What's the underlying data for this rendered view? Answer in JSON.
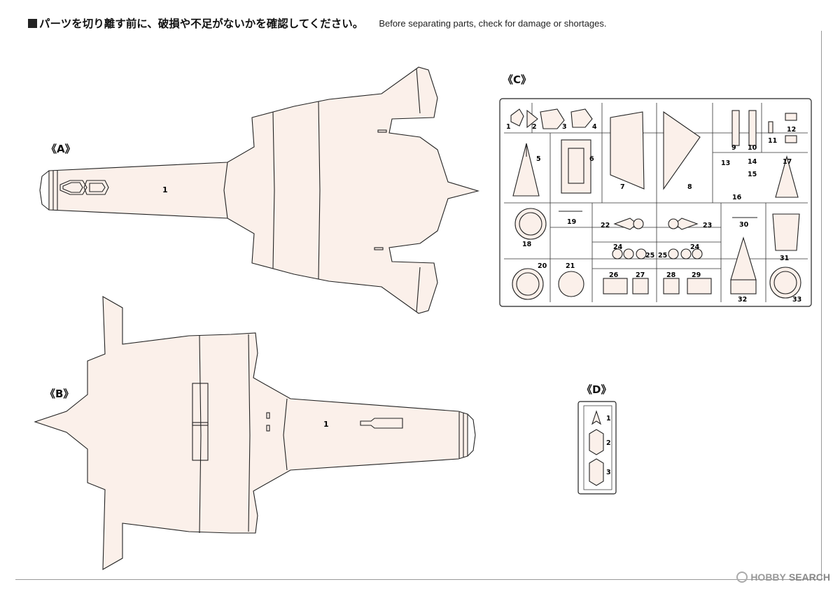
{
  "header": {
    "jp": "パーツを切り離す前に、破損や不足がないかを確認してください。",
    "en": "Before separating parts, check for damage or shortages."
  },
  "sections": {
    "a": "《A》",
    "b": "《B》",
    "c": "《C》",
    "d": "《D》"
  },
  "parts": {
    "a": [
      "1"
    ],
    "b": [
      "1"
    ],
    "c": [
      "1",
      "2",
      "3",
      "4",
      "5",
      "6",
      "7",
      "8",
      "9",
      "10",
      "11",
      "12",
      "13",
      "14",
      "15",
      "16",
      "17",
      "18",
      "19",
      "20",
      "21",
      "22",
      "23",
      "24",
      "25",
      "24",
      "25",
      "26",
      "27",
      "28",
      "29",
      "30",
      "31",
      "32",
      "33"
    ],
    "d": [
      "1",
      "2",
      "3"
    ]
  },
  "watermark": {
    "brand": "HOBBY",
    "brand2": "SEARCH"
  },
  "colors": {
    "paper": "#ffffff",
    "plastic": "#fbf0ea",
    "line": "#222222"
  }
}
